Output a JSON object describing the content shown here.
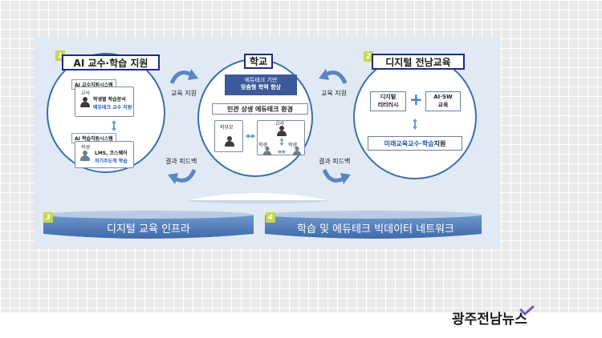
{
  "section1": {
    "num": "1",
    "title": "AI 교수·학습 지원",
    "teacher_system": "AI 교수지원시스템",
    "teacher_role": "교사",
    "teacher_line1": "학생별 학습분석",
    "teacher_line2": "에듀테크 교수 지원",
    "student_system": "AI 학습지원시스템",
    "student_role": "학생",
    "student_line1": "LMS, 코스웨어",
    "student_line2": "자기주도적 학습"
  },
  "school": {
    "title": "학교",
    "banner_line1": "에듀테크 기반",
    "banner_line2": "맞춤형 학력 향상",
    "env": "민관 상생 에듀테크 환경",
    "parent": "학부모",
    "teacher": "교사",
    "student_a": "학생",
    "student_b": "학생"
  },
  "section2": {
    "num": "2",
    "title": "디지털 전남교육",
    "box_left_line1": "디지털",
    "box_left_line2": "리터러시",
    "plus": "+",
    "box_right_line1": "AI·SW",
    "box_right_line2": "교육",
    "bottom_prefix": "미래교육 ",
    "bottom_strong": "교수·학습",
    "bottom_suffix": " 지원"
  },
  "flows": {
    "left_top": "교육 지원",
    "left_bottom": "결과 피드백",
    "right_top": "교육 지원",
    "right_bottom": "결과 피드백"
  },
  "infra": {
    "num3": "3",
    "label3": "디지털 교육 인프라",
    "num4": "4",
    "label4": "학습 및 에듀테크 빅데이터 네트워크"
  },
  "logo": {
    "text": "광주전남뉴스"
  },
  "colors": {
    "panel_bg": "#e0e9f4",
    "circle_border": "#3a6fb0",
    "title_border": "#1e2c7e",
    "badge": "#c6d64c",
    "cylinder": "#4d7cb8",
    "arrow": "#5b87c0",
    "check": "#7a56c9"
  }
}
